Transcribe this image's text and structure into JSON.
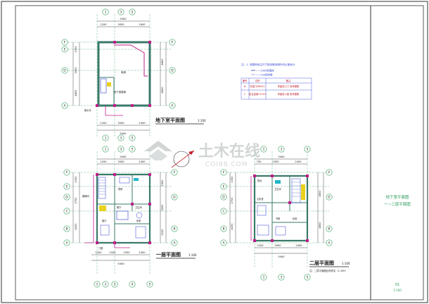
{
  "sheet": {
    "title_block_line1": "地下室平面图",
    "title_block_line2": "一~二层平面图",
    "sheet_number": "01",
    "scale_note": "1:100"
  },
  "watermark": {
    "brand": "土木在线",
    "url": "COI88.COM"
  },
  "basement": {
    "title": "地下室平面图",
    "scale": "1:100",
    "top_axes": [
      "1",
      "3",
      "5"
    ],
    "bottom_axes": [
      "1",
      "3",
      "5"
    ],
    "left_axes": [
      "F",
      "E",
      "D",
      "A"
    ],
    "right_axes": [
      "F",
      "D",
      "A"
    ],
    "dim_top_total": "5400",
    "dim_top_parts": [
      "1200",
      "3000",
      "2400"
    ],
    "dim_bottom_parts": [
      "1200",
      "3000",
      "2400"
    ],
    "dim_bottom_total": "5400",
    "dim_left": [
      "1300",
      "3900",
      "4800"
    ],
    "dim_right": [
      "4800",
      "4800"
    ],
    "room_label": "库房",
    "stair_label": "地下室楼梯",
    "pit_label": "集水坑"
  },
  "legend": {
    "note": "注：1. 本图所标注尺寸除特殊说明外均以毫米计",
    "line_a": "——1000厚墙体",
    "line_b": "——120厚砖墙",
    "headers": [
      "编号",
      "名称",
      "备注"
    ],
    "rows": [
      [
        "M",
        "防盗门M0921",
        "甲级防火门 参考图集"
      ],
      [
        "C",
        "铝合金窗C1515",
        "甲级防火窗 参考图集"
      ]
    ]
  },
  "first_floor": {
    "title": "一层平面图",
    "scale": "1:100",
    "top_axes": [
      "1",
      "3",
      "5"
    ],
    "bottom_axes": [
      "1",
      "2",
      "3",
      "4",
      "5"
    ],
    "left_axes": [
      "F",
      "E",
      "D",
      "C",
      "B",
      "A"
    ],
    "right_axes": [
      "F",
      "D",
      "B",
      "A"
    ],
    "dim_top_total": "5400",
    "dim_top_parts": [
      "1200",
      "3000",
      "2400"
    ],
    "dim_bottom_parts": [
      "1200",
      "1500",
      "1500",
      "2400"
    ],
    "dim_bottom_total": "5400",
    "dim_left": [
      "1300",
      "2700",
      "4200"
    ],
    "dim_right": [
      "1500",
      "3900",
      "2100"
    ],
    "rooms": [
      "客厅",
      "餐厅",
      "厨房",
      "卫生间",
      "卧室",
      "楼梯间"
    ],
    "porch_label": "门廊"
  },
  "second_floor": {
    "title": "二层平面图",
    "scale": "1:100",
    "top_axes": [
      "1",
      "3",
      "5"
    ],
    "bottom_axes": [
      "1",
      "3",
      "5"
    ],
    "left_axes": [
      "F",
      "E",
      "D",
      "C",
      "B",
      "A"
    ],
    "right_axes": [
      "F",
      "D",
      "B",
      "A"
    ],
    "dim_top_total": "5400",
    "dim_top_parts": [
      "750",
      "2300",
      "2400"
    ],
    "dim_bottom_parts": [
      "1200",
      "3000",
      "2400"
    ],
    "dim_bottom_total": "5400",
    "dim_left": [
      "1300",
      "2700",
      "4200"
    ],
    "dim_right": [
      "4800",
      "4800"
    ],
    "rooms": [
      "主卧室",
      "卫生间",
      "书房",
      "卧室",
      "阳台"
    ],
    "note": "注：二层平面图比例详见（1:100）"
  },
  "colors": {
    "wall": "#3a7a6a",
    "axis": "#2e9c55",
    "dim": "#1a1a1a",
    "accent": "#c21d8a",
    "cyan": "#1fb7c9",
    "yellow": "#e8d21c",
    "blue": "#2a3bd1"
  }
}
